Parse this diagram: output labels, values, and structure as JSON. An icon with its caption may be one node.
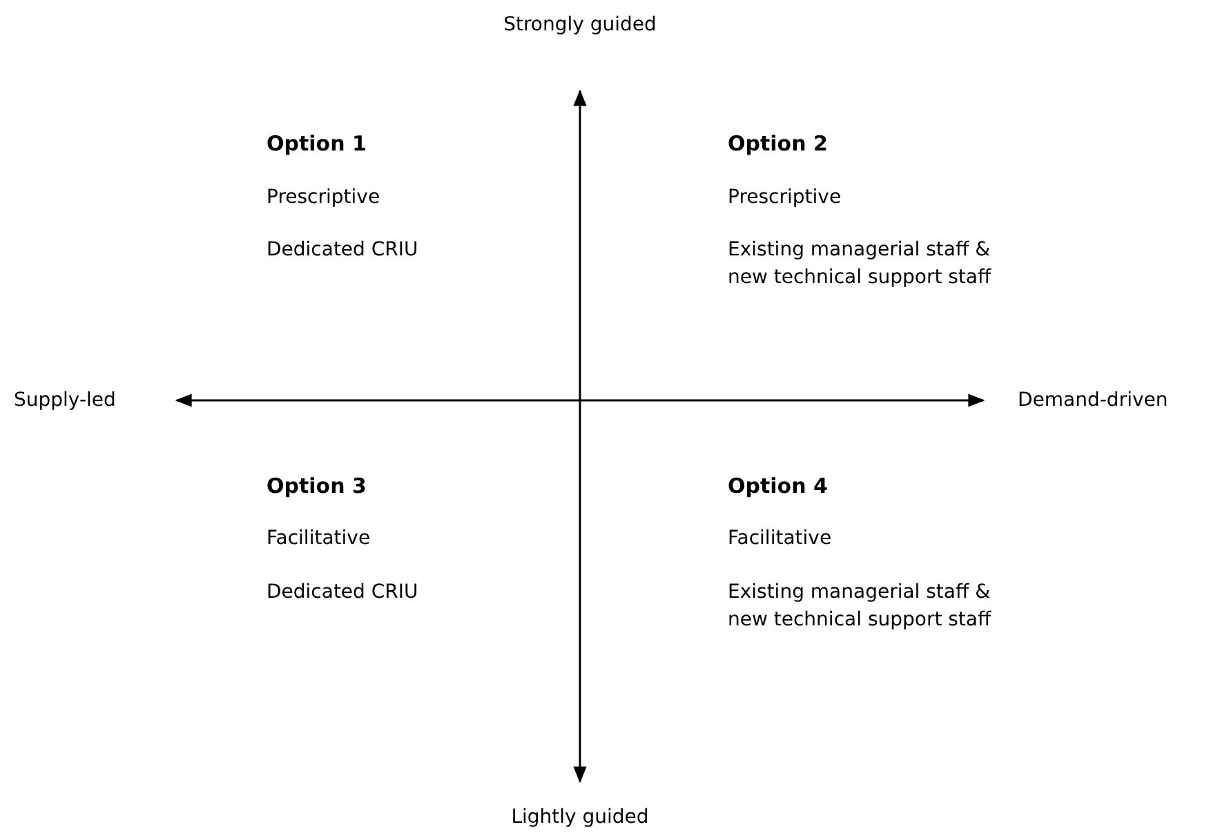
{
  "diagram": {
    "labels": [
      "Strongly guided",
      "Option 1",
      "Option 2",
      "Prescriptive",
      "Prescriptive",
      "Dedicated CRIU",
      "Existing managerial staff & new technical support staff",
      "Supply-led",
      "Demand-driven",
      "Option 3",
      "Option 4",
      "Facilitative",
      "Facilitative",
      "Dedicated CRIU",
      "Existing managerial staff & new technical support staff",
      "Lightly guided"
    ]
  }
}
